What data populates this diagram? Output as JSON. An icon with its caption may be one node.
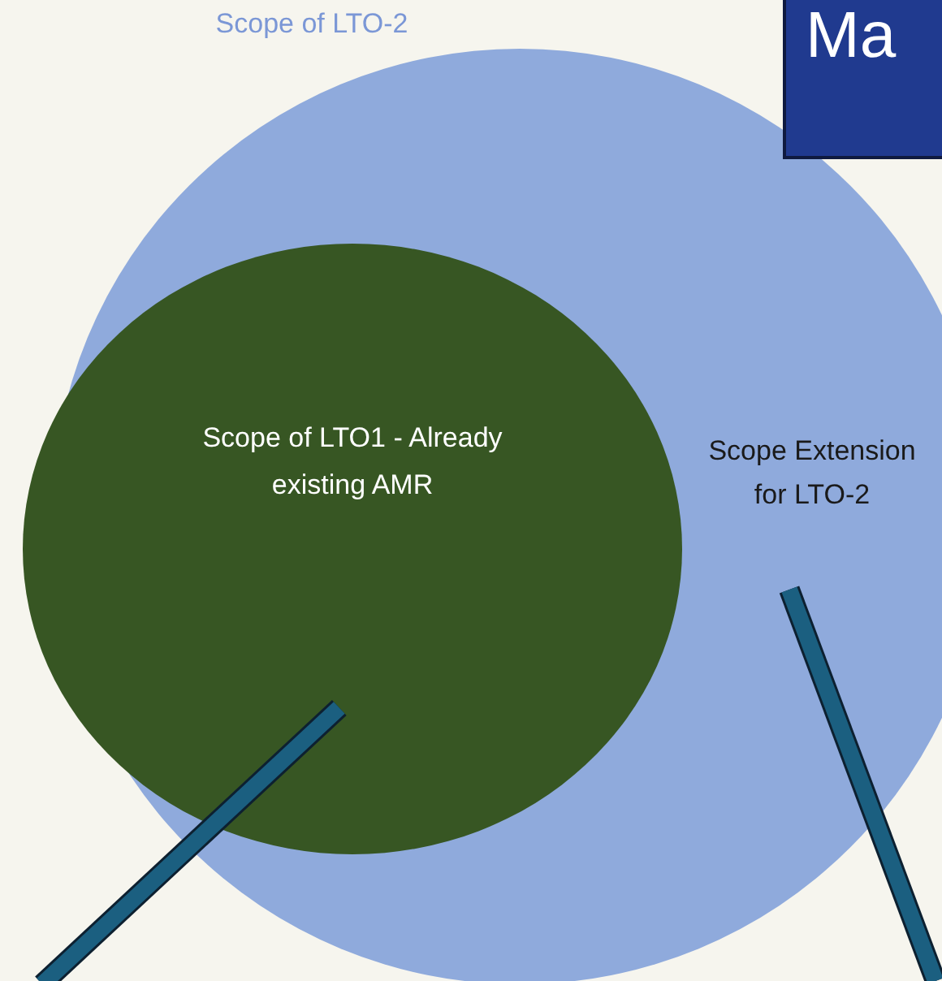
{
  "diagram": {
    "nodes": [
      {
        "text": [
          "Scope of LTO-2"
        ]
      },
      {
        "text": [
          "Scope of LTO1 - Already existing AMR"
        ],
        "in": 0
      },
      {
        "text": [
          "Scope Extension for LTO-2"
        ],
        "in": 0
      },
      {
        "text": [
          "Ma"
        ]
      }
    ],
    "edges": [
      {
        "from": null,
        "to": 1,
        "arrow": "none"
      },
      {
        "from": null,
        "to": 2,
        "arrow": "none"
      }
    ]
  }
}
